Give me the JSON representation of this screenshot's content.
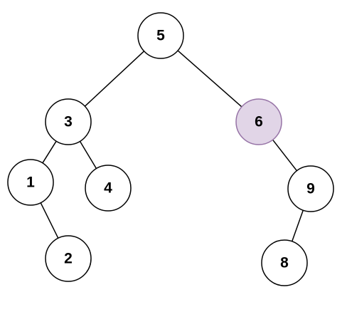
{
  "tree": {
    "default_fill": "#ffffff",
    "default_stroke": "#000000",
    "highlight_fill": "#e1d5e7",
    "highlight_stroke": "#9673a6",
    "nodes": [
      {
        "id": "n5",
        "label": "5",
        "highlighted": false
      },
      {
        "id": "n3",
        "label": "3",
        "highlighted": false
      },
      {
        "id": "n6",
        "label": "6",
        "highlighted": true
      },
      {
        "id": "n1",
        "label": "1",
        "highlighted": false
      },
      {
        "id": "n4",
        "label": "4",
        "highlighted": false
      },
      {
        "id": "n9",
        "label": "9",
        "highlighted": false
      },
      {
        "id": "n2",
        "label": "2",
        "highlighted": false
      },
      {
        "id": "n8",
        "label": "8",
        "highlighted": false
      }
    ],
    "edges": [
      {
        "from": "n5",
        "to": "n3"
      },
      {
        "from": "n5",
        "to": "n6"
      },
      {
        "from": "n3",
        "to": "n1"
      },
      {
        "from": "n3",
        "to": "n4"
      },
      {
        "from": "n6",
        "to": "n9"
      },
      {
        "from": "n1",
        "to": "n2"
      },
      {
        "from": "n9",
        "to": "n8"
      }
    ]
  }
}
